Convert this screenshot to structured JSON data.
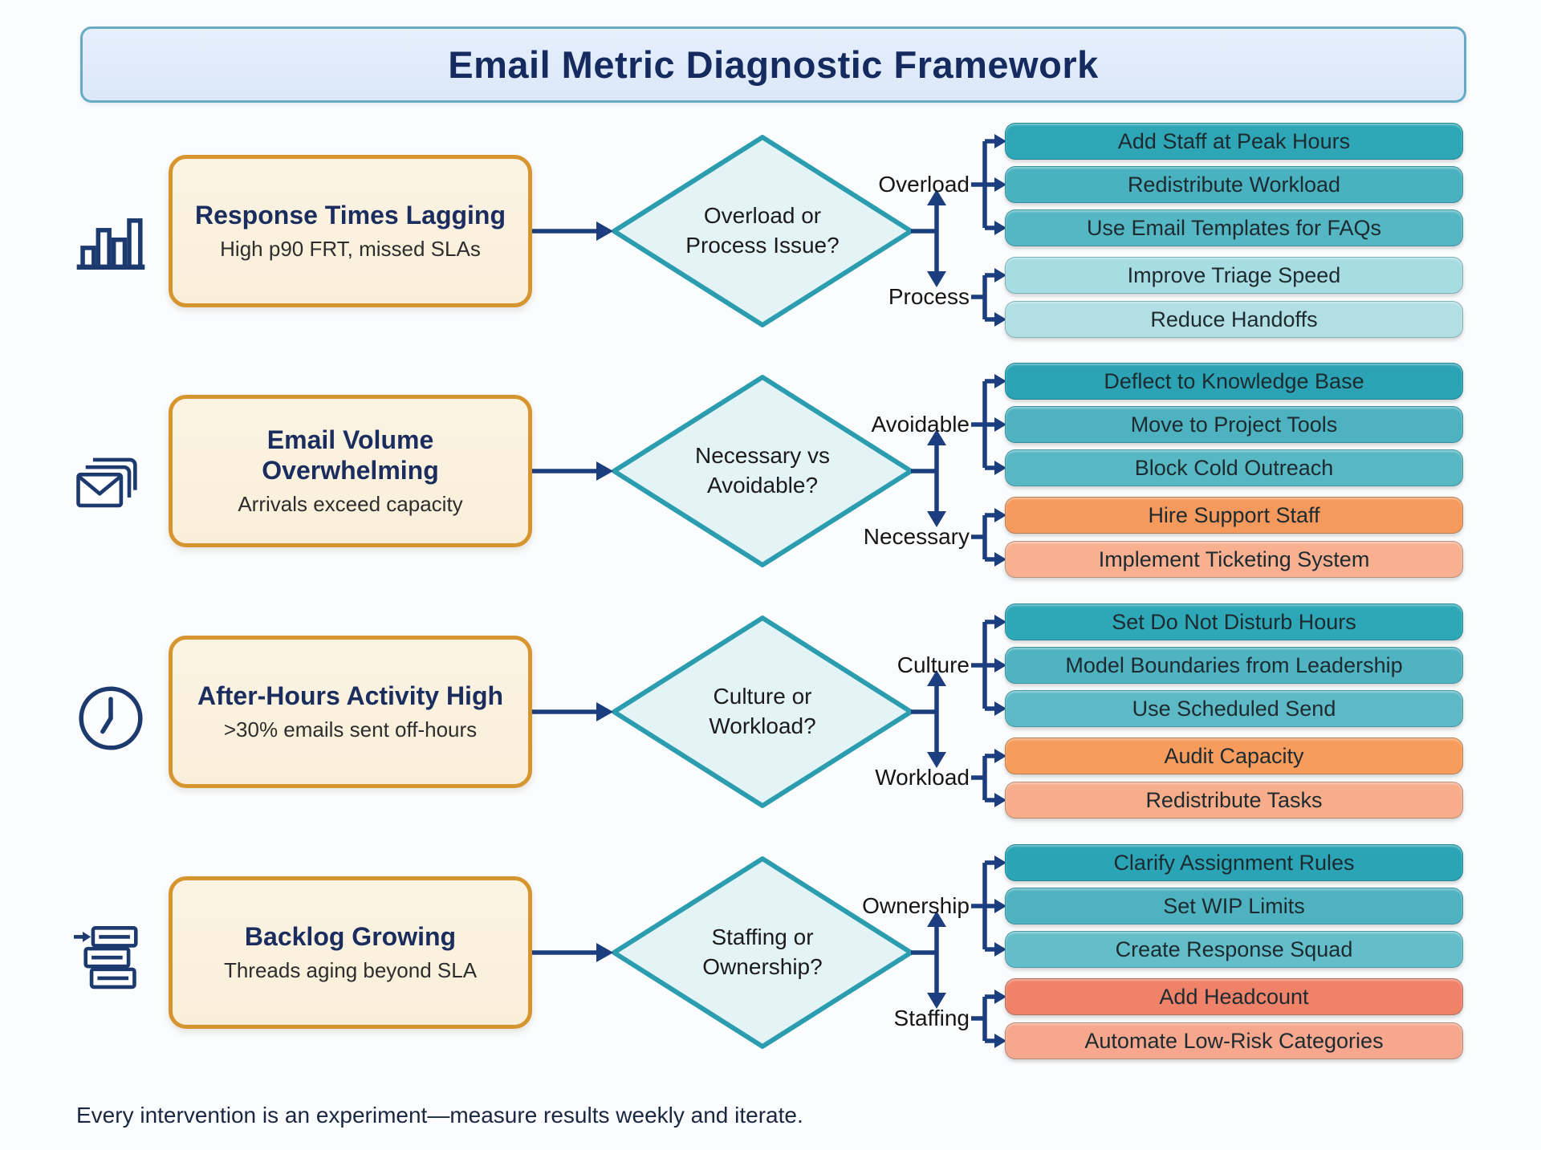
{
  "title": "Email Metric Diagnostic Framework",
  "footer": "Every intervention is an experiment—measure results weekly and iterate.",
  "colors": {
    "background": "#fbfcfd",
    "banner_fill": "#dfeafa",
    "banner_border": "#66aac4",
    "connector_navy": "#1c3e7e",
    "diamond_stroke": "#2b9dae",
    "diamond_fill": "#e3f3f6",
    "problem_card_border": "#d7952f",
    "problem_card_fill": "#faf2de",
    "title_navy": "#152a5e"
  },
  "rows": [
    {
      "icon": "bar-chart-icon",
      "problem": {
        "title": "Response Times Lagging",
        "subtitle": "High p90 FRT, missed SLAs"
      },
      "decision": {
        "line1": "Overload or",
        "line2": "Process Issue?"
      },
      "branches": [
        {
          "label": "Overload",
          "actions": [
            {
              "text": "Add Staff at Peak Hours",
              "color": "#2ea6b6"
            },
            {
              "text": "Redistribute Workload",
              "color": "#49b1bf"
            },
            {
              "text": "Use Email Templates for FAQs",
              "color": "#55b7c3"
            }
          ]
        },
        {
          "label": "Process",
          "actions": [
            {
              "text": "Improve Triage Speed",
              "color": "#a6dce2"
            },
            {
              "text": "Reduce Handoffs",
              "color": "#b2dfe4"
            }
          ]
        }
      ]
    },
    {
      "icon": "envelopes-icon",
      "problem": {
        "title": "Email Volume Overwhelming",
        "subtitle": "Arrivals exceed capacity"
      },
      "decision": {
        "line1": "Necessary vs",
        "line2": "Avoidable?"
      },
      "branches": [
        {
          "label": "Avoidable",
          "actions": [
            {
              "text": "Deflect to Knowledge Base",
              "color": "#2ba3b4"
            },
            {
              "text": "Move to Project Tools",
              "color": "#4eb2c0"
            },
            {
              "text": "Block Cold Outreach",
              "color": "#57b7c3"
            }
          ]
        },
        {
          "label": "Necessary",
          "actions": [
            {
              "text": "Hire Support Staff",
              "color": "#f59a5c"
            },
            {
              "text": "Implement Ticketing System",
              "color": "#f8b091"
            }
          ]
        }
      ]
    },
    {
      "icon": "clock-icon",
      "problem": {
        "title": "After-Hours Activity High",
        "subtitle": ">30% emails sent off-hours"
      },
      "decision": {
        "line1": "Culture or",
        "line2": "Workload?"
      },
      "branches": [
        {
          "label": "Culture",
          "actions": [
            {
              "text": "Set Do Not Disturb Hours",
              "color": "#2ea7b7"
            },
            {
              "text": "Model Boundaries from Leadership",
              "color": "#50b3c1"
            },
            {
              "text": "Use Scheduled Send",
              "color": "#5cb9c5"
            }
          ]
        },
        {
          "label": "Workload",
          "actions": [
            {
              "text": "Audit Capacity",
              "color": "#f79c5c"
            },
            {
              "text": "Redistribute Tasks",
              "color": "#f7ac8a"
            }
          ]
        }
      ]
    },
    {
      "icon": "backlog-icon",
      "problem": {
        "title": "Backlog Growing",
        "subtitle": "Threads aging beyond SLA"
      },
      "decision": {
        "line1": "Staffing or",
        "line2": "Ownership?"
      },
      "branches": [
        {
          "label": "Ownership",
          "actions": [
            {
              "text": "Clarify Assignment Rules",
              "color": "#2ba4b5"
            },
            {
              "text": "Set WIP Limits",
              "color": "#4fb2c0"
            },
            {
              "text": "Create Response Squad",
              "color": "#64bec9"
            }
          ]
        },
        {
          "label": "Staffing",
          "actions": [
            {
              "text": "Add Headcount",
              "color": "#f0826a"
            },
            {
              "text": "Automate Low-Risk Categories",
              "color": "#f6a78d"
            }
          ]
        }
      ]
    }
  ]
}
